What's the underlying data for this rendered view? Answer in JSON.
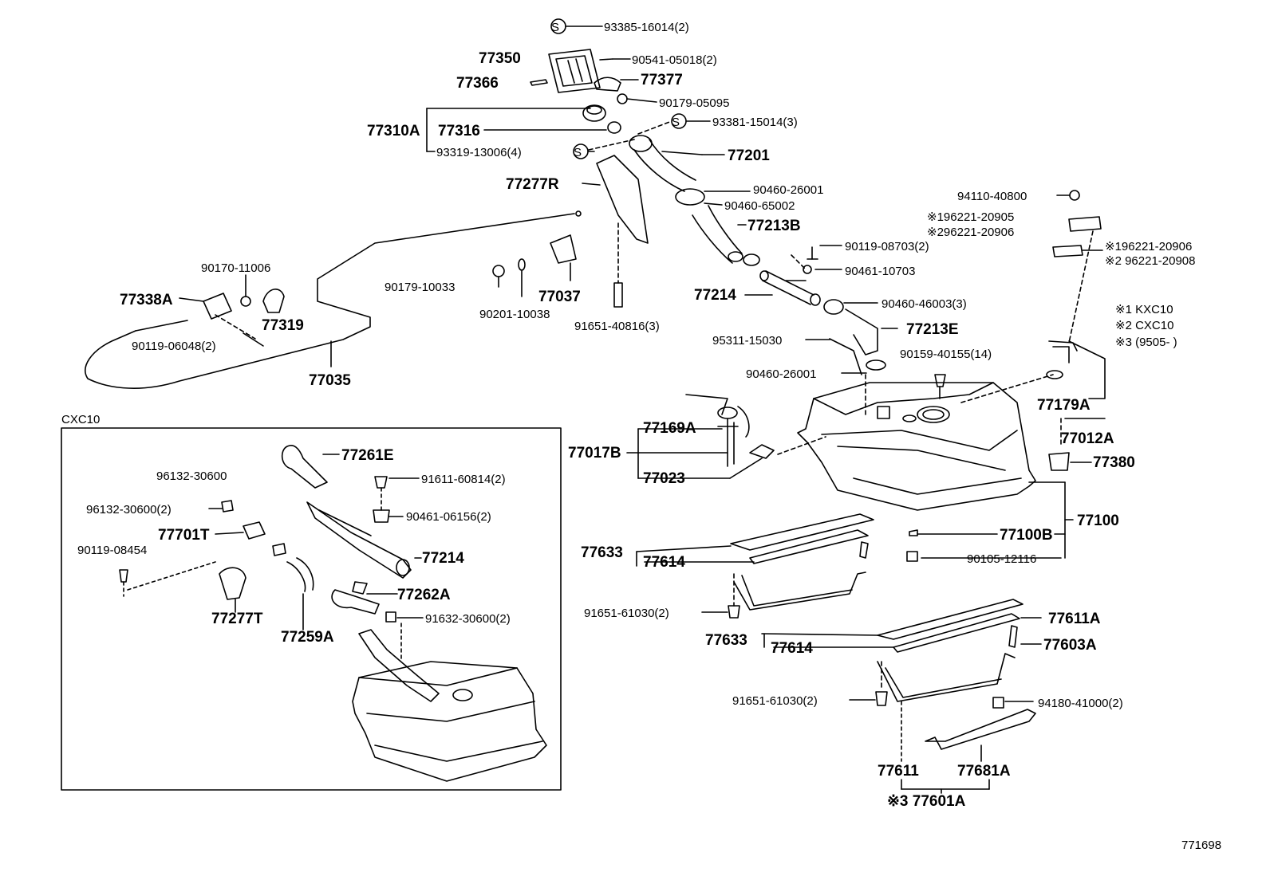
{
  "diagram_id": "771698",
  "inset_title": "CXC10",
  "legend": [
    "※1 KXC10",
    "※2 CXC10",
    "※3 (9505-        )"
  ],
  "labels": {
    "l93385": "93385-16014(2)",
    "l77350": "77350",
    "l90541": "90541-05018(2)",
    "l77366": "77366",
    "l77377": "77377",
    "l90179a": "90179-05095",
    "l77310A": "77310A",
    "l77316": "77316",
    "l93381": "93381-15014(3)",
    "l93319": "93319-13006(4)",
    "l77201": "77201",
    "l77277R": "77277R",
    "l90460a": "90460-26001",
    "l90460b": "90460-65002",
    "l77213B": "77213B",
    "l94110": "94110-40800",
    "l96221a": "※196221-20905",
    "l96221b": "※296221-20906",
    "l96221c": "※196221-20906",
    "l96221d": "※2 96221-20908",
    "l90119a": "90119-08703(2)",
    "l90461a": "90461-10703",
    "l90170": "90170-11006",
    "l77338A": "77338A",
    "l77319": "77319",
    "l90119b": "90119-06048(2)",
    "l77035": "77035",
    "l90179b": "90179-10033",
    "l77037": "77037",
    "l90201": "90201-10038",
    "l91651a": "91651-40816(3)",
    "l77214": "77214",
    "l90460c": "90460-46003(3)",
    "l95311": "95311-15030",
    "l77213E": "77213E",
    "l90159": "90159-40155(14)",
    "l90460d": "90460-26001",
    "l77179A": "77179A",
    "l77012A": "77012A",
    "l77380": "77380",
    "l77169A": "77169A",
    "l77017B": "77017B",
    "l77023": "77023",
    "l77100": "77100",
    "l77100B": "77100B",
    "l90105": "90105-12116",
    "l77633a": "77633",
    "l77614a": "77614",
    "l91651b": "91651-61030(2)",
    "l77611A": "77611A",
    "l77633b": "77633",
    "l77614b": "77614",
    "l77603A": "77603A",
    "l91651c": "91651-61030(2)",
    "l94180": "94180-41000(2)",
    "l77611": "77611",
    "l77681A": "77681A",
    "l77601A": "※3 77601A",
    "i77261E": "77261E",
    "i96132a": "96132-30600",
    "i91611": "91611-60814(2)",
    "i96132b": "96132-30600(2)",
    "i90461": "90461-06156(2)",
    "i77701T": "77701T",
    "i90119": "90119-08454",
    "i77214": "77214",
    "i77262A": "77262A",
    "i91632": "91632-30600(2)",
    "i77277T": "77277T",
    "i77259A": "77259A"
  }
}
